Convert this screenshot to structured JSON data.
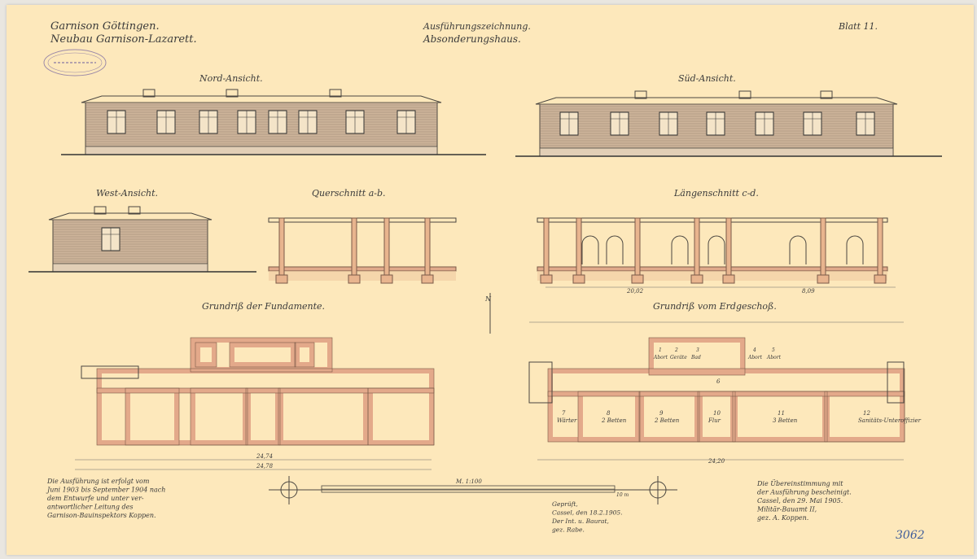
{
  "header": {
    "left_line1": "Garnison Göttingen.",
    "left_line2": "Neubau Garnison-Lazarett.",
    "center_line1": "Ausführungszeichnung.",
    "center_line2": "Absonderungshaus.",
    "sheet": "Blatt 11."
  },
  "stamp": {
    "text": "Architektur-Museum · Abteilung · Technische Universität"
  },
  "views": {
    "north": "Nord-Ansicht.",
    "south": "Süd-Ansicht.",
    "west": "West-Ansicht.",
    "cross_section": "Querschnitt a-b.",
    "long_section": "Längenschnitt c-d.",
    "foundation_plan": "Grundriß der Fundamente.",
    "ground_floor_plan": "Grundriß vom Erdgeschoß."
  },
  "rooms": [
    {
      "no": "1",
      "name": "Abort"
    },
    {
      "no": "2",
      "name": "Geräte"
    },
    {
      "no": "3",
      "name": "Bad"
    },
    {
      "no": "4",
      "name": "Abort"
    },
    {
      "no": "5",
      "name": "Abort"
    },
    {
      "no": "6",
      "name": ""
    },
    {
      "no": "7",
      "name": "Wärter"
    },
    {
      "no": "8",
      "name": "2 Betten"
    },
    {
      "no": "9",
      "name": "2 Betten"
    },
    {
      "no": "10",
      "name": "Flur"
    },
    {
      "no": "11",
      "name": "3 Betten"
    },
    {
      "no": "12",
      "name": "Sanitäts-Unteroffizier"
    }
  ],
  "dimensions": {
    "foundation_total": "24,74",
    "foundation_total2": "24,78",
    "ground_total": "24,20",
    "section_a": "20,02",
    "section_b": "8,09"
  },
  "scale": {
    "label": "M. 1:100",
    "end": "10 m"
  },
  "notes": {
    "execution": [
      "Die Ausführung ist erfolgt vom",
      "Juni 1903 bis September 1904 nach",
      "dem Entwurfe und unter ver-",
      "antwortlicher Leitung des",
      "Garnison-Bauinspektors Koppen."
    ],
    "checked": [
      "Geprüft,",
      "Cassel, den 18.2.1905.",
      "Der Int. u. Baurat,",
      "gez. Rabe."
    ],
    "certified": [
      "Die Übereinstimmung mit",
      "der Ausführung bescheinigt.",
      "Cassel, den 29. Mai 1905.",
      "Militär-Bauamt II,",
      "gez. A. Koppen."
    ]
  },
  "archive_number": "3062",
  "compass": {
    "label": "N"
  }
}
